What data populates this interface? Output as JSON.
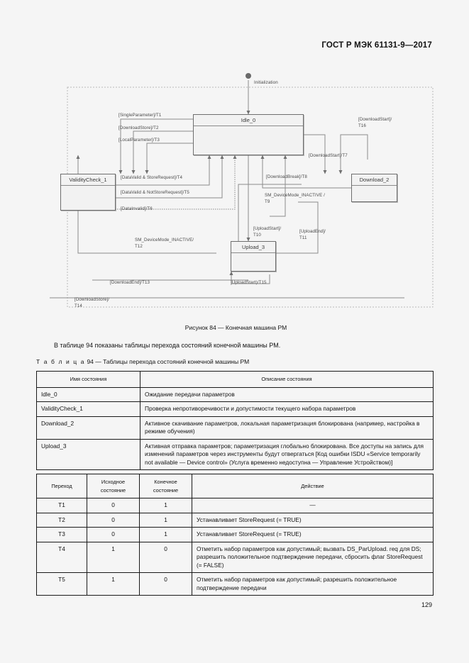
{
  "header": {
    "standard": "ГОСТ Р МЭК 61131-9—2017"
  },
  "figure": {
    "caption": "Рисунок 84 — Конечная машина PM",
    "initial_label": "Initialization",
    "states": [
      {
        "name": "Idle_0"
      },
      {
        "name": "ValidityCheck_1"
      },
      {
        "name": "Download_2"
      },
      {
        "name": "Upload_3"
      }
    ],
    "transitions": [
      {
        "id": "T1",
        "label": "[SingleParameter]/T1"
      },
      {
        "id": "T2",
        "label": "[DownloadStore]/T2"
      },
      {
        "id": "T3",
        "label": "[LocalParameter]/T3"
      },
      {
        "id": "T4",
        "label": "[DataValid & StoreRequest]/T4"
      },
      {
        "id": "T5",
        "label": "[DataValid & NotStoreRequest]/T5"
      },
      {
        "id": "T6",
        "label": "[DataInvalid]/T6"
      },
      {
        "id": "T7",
        "label": "[DownloadStart]/T7"
      },
      {
        "id": "T8",
        "label": "[DownloadBreak]/T8"
      },
      {
        "id": "T9",
        "label": "SM_DeviceMode_INACTIVE /\nT9"
      },
      {
        "id": "T10",
        "label": "[UploadStart]/\nT10"
      },
      {
        "id": "T11",
        "label": "[UploadEnd]/\nT11"
      },
      {
        "id": "T12",
        "label": "SM_DeviceMode_INACTIVE/\nT12"
      },
      {
        "id": "T13",
        "label": "[DownloadEnd]/T13"
      },
      {
        "id": "T14",
        "label": "[DownloadStore]/\nT14"
      },
      {
        "id": "T15",
        "label": "]UploadStart)/T15"
      },
      {
        "id": "T16",
        "label": "[DownloadStart]/\nT16"
      }
    ]
  },
  "body": {
    "intro_paragraph": "В таблице 94 показаны таблицы перехода состояний конечной машины PM.",
    "table_caption_prefix": "Т а б л и ц а",
    "table_caption_rest": "94 — Таблицы перехода состояний конечной машины PM"
  },
  "states_table": {
    "headers": [
      "Имя состояния",
      "Описание состояния"
    ],
    "rows": [
      {
        "name": "Idle_0",
        "description": "Ожидание передачи параметров"
      },
      {
        "name": "ValidityCheck_1",
        "description": "Проверка непротиворечивости и допустимости текущего набора параметров"
      },
      {
        "name": "Download_2",
        "description": "Активное скачивание параметров, локальная параметризация блокирована (например, настройка в режиме обучения)"
      },
      {
        "name": "Upload_3",
        "description": "Активная отправка параметров; параметризация глобально блокирована. Все доступы на запись для изменений параметров через инструменты будут отвергаться [Код ошибки ISDU «Service temporarily not available — Device control» (Услуга временно недоступна — Управление Устройством)]"
      }
    ]
  },
  "transitions_table": {
    "headers": [
      "Переход",
      "Исходное\nсостояние",
      "Конечное\nсостояние",
      "Действие"
    ],
    "rows": [
      {
        "transition": "T1",
        "from": "0",
        "to": "1",
        "action": "—",
        "action_center": true
      },
      {
        "transition": "T2",
        "from": "0",
        "to": "1",
        "action": "Устанавливает StoreRequest (= TRUE)"
      },
      {
        "transition": "T3",
        "from": "0",
        "to": "1",
        "action": "Устанавливает StoreRequest (= TRUE)"
      },
      {
        "transition": "T4",
        "from": "1",
        "to": "0",
        "action": "Отметить набор параметров как допустимый; вызвать DS_ParUpload. req для DS; разрешить положительное подтверждение передачи, сбросить флаг StoreRequest (= FALSE)"
      },
      {
        "transition": "T5",
        "from": "1",
        "to": "0",
        "action": "Отметить набор параметров как допустимый; разрешить положительное подтверждение передачи"
      }
    ]
  },
  "footer": {
    "page_number": "129"
  }
}
